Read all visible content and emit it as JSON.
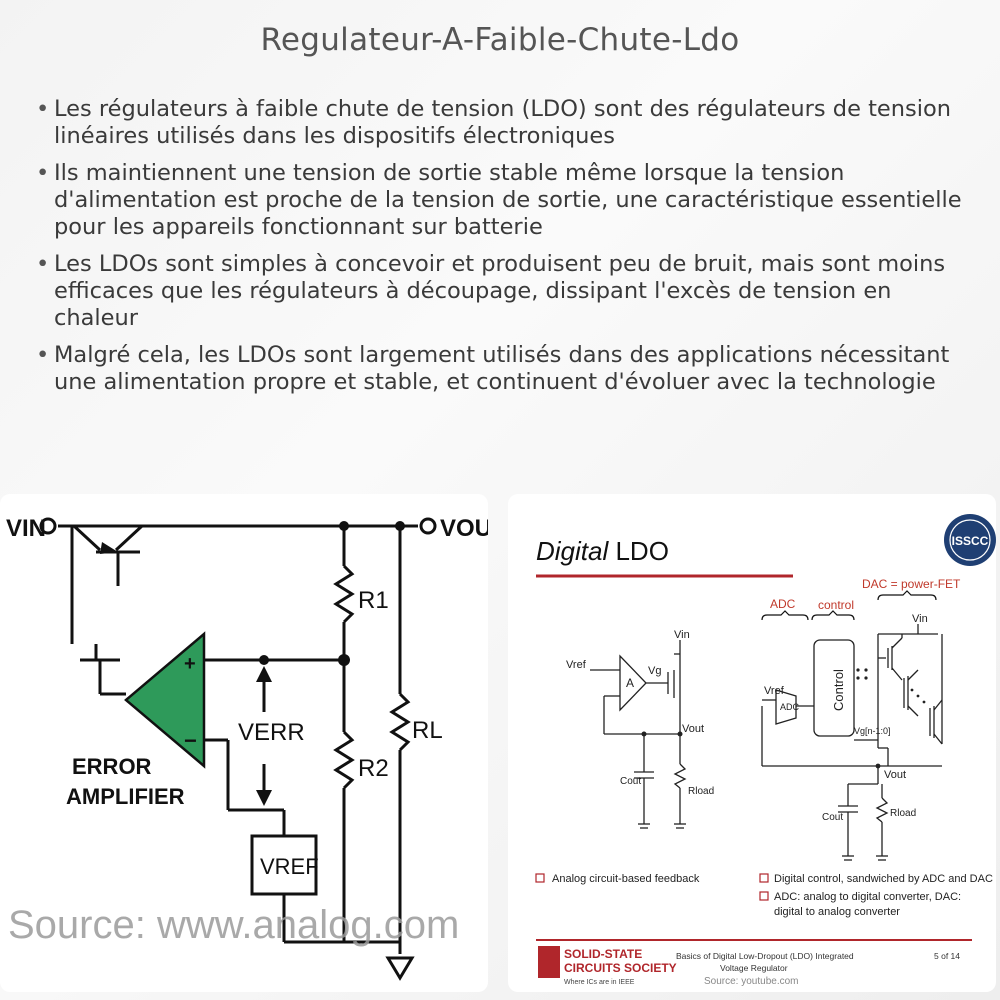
{
  "page": {
    "title": "Regulateur-A-Faible-Chute-Ldo",
    "bullets": [
      "Les régulateurs à faible chute de tension (LDO) sont des régulateurs de tension linéaires utilisés dans les dispositifs électroniques",
      "Ils maintiennent une tension de sortie stable même lorsque la tension d'alimentation est proche de la tension de sortie, une caractéristique essentielle pour les appareils fonctionnant sur batterie",
      "Les LDOs sont simples à concevoir et produisent peu de bruit, mais sont moins efficaces que les régulateurs à découpage, dissipant l'excès de tension en chaleur",
      "Malgré cela, les LDOs sont largement utilisés dans des applications nécessitant une alimentation propre et stable, et continuent d'évoluer avec la technologie"
    ]
  },
  "left_image": {
    "vin_label": "VIN",
    "vout_label": "VOUT",
    "r1_label": "R1",
    "r2_label": "R2",
    "rl_label": "RL",
    "verr_label": "VERR",
    "vref_label": "VREF",
    "amp_label_line1": "ERROR",
    "amp_label_line2": "AMPLIFIER",
    "plus": "+",
    "minus": "−",
    "source": "Source: www.analog.com",
    "colors": {
      "amplifier": "#2e9a5a"
    }
  },
  "right_image": {
    "slide_title_italic": "Digital",
    "slide_title_rest": " LDO",
    "badge": "ISSCC",
    "adc_header": "ADC",
    "control_header": "control",
    "dac_header": "DAC = power-FET",
    "vref": "Vref",
    "vg": "Vg",
    "vin": "Vin",
    "amp_a": "A",
    "vout": "Vout",
    "cout": "Cout",
    "rload": "Rload",
    "adc_box": "ADC",
    "control_box": "Control",
    "bus_label": "Vg[n-1:0]",
    "caption_left": "Analog circuit-based feedback",
    "caption_right_1": "Digital control, sandwiched by ADC and DAC",
    "caption_right_2a": "ADC: analog to digital converter, DAC:",
    "caption_right_2b": "digital to analog converter",
    "society_line1": "SOLID-STATE",
    "society_line2": "CIRCUITS SOCIETY",
    "society_tagline": "Where ICs are in IEEE",
    "footer_title_1": "Basics of Digital Low-Dropout (LDO) Integrated",
    "footer_title_2": "Voltage Regulator",
    "page_number": "5 of 14",
    "source": "Source: youtube.com",
    "colors": {
      "accent": "#b0262b"
    }
  }
}
